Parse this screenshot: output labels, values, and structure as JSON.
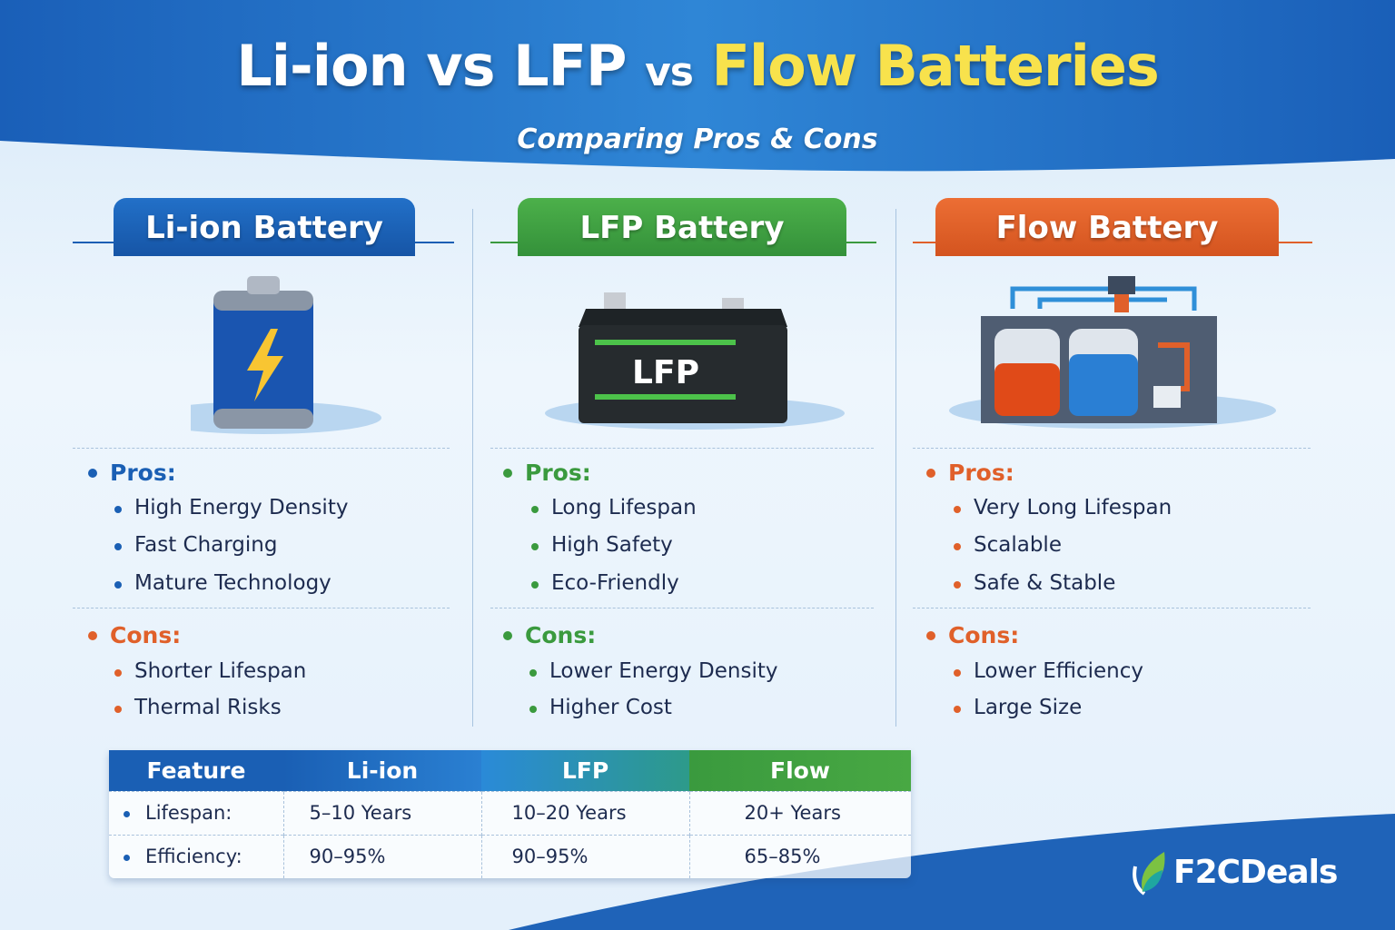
{
  "header": {
    "title_part1": "Li-ion vs LFP",
    "title_vs": "vs",
    "title_part2": "Flow Batteries",
    "subtitle": "Comparing Pros & Cons"
  },
  "colors": {
    "liion": "#1a5fb4",
    "lfp": "#3a9a3e",
    "flow": "#e0602a",
    "highlight": "#f8e24c"
  },
  "columns": [
    {
      "name": "Li-ion Battery",
      "icon": "cylindrical-battery-icon",
      "pros_label": "Pros:",
      "pros": [
        "High Energy Density",
        "Fast Charging",
        "Mature Technology"
      ],
      "cons_label": "Cons:",
      "cons": [
        "Shorter Lifespan",
        "Thermal Risks"
      ]
    },
    {
      "name": "LFP Battery",
      "icon": "car-battery-icon",
      "icon_text": "LFP",
      "pros_label": "Pros:",
      "pros": [
        "Long Lifespan",
        "High Safety",
        "Eco-Friendly"
      ],
      "cons_label": "Cons:",
      "cons": [
        "Lower Energy Density",
        "Higher Cost"
      ]
    },
    {
      "name": "Flow Battery",
      "icon": "flow-battery-tanks-icon",
      "pros_label": "Pros:",
      "pros": [
        "Very Long Lifespan",
        "Scalable",
        "Safe & Stable"
      ],
      "cons_label": "Cons:",
      "cons": [
        "Lower Efficiency",
        "Large Size"
      ]
    }
  ],
  "table": {
    "headers": [
      "Feature",
      "Li-ion",
      "LFP",
      "Flow"
    ],
    "rows": [
      [
        "Lifespan:",
        "5–10 Years",
        "10–20 Years",
        "20+ Years"
      ],
      [
        "Efficiency:",
        "90–95%",
        "90–95%",
        "65–85%"
      ]
    ]
  },
  "brand": {
    "name": "F2CDeals"
  }
}
